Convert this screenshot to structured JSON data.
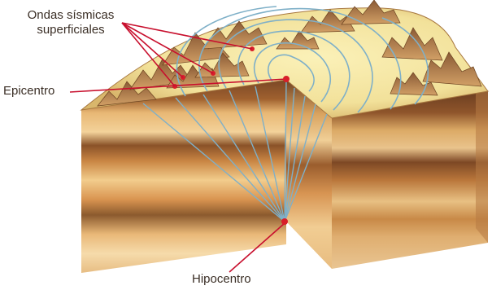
{
  "labels": {
    "surface_waves_line1": "Ondas sísmicas",
    "surface_waves_line2": "superficiales",
    "epicenter": "Epicentro",
    "hypocenter": "Hipocentro"
  },
  "colors": {
    "pointer": "#c8102e",
    "wave_lines": "#7fb0c8",
    "marker": "#d81e2a",
    "surface_plain": "#f3e6a2",
    "layer_dark": "#6b3f22",
    "layer_mid": "#c47a3a",
    "layer_light": "#f0c988"
  }
}
